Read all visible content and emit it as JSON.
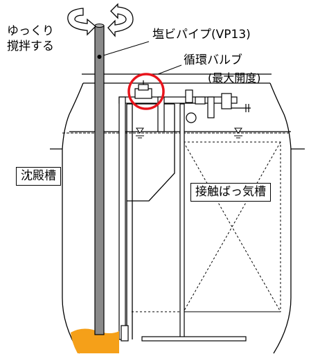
{
  "labels": {
    "stir_line1": "ゆっくり",
    "stir_line2": "撹拌する",
    "pipe": "塩ビパイプ(VP13)",
    "valve": "循環バルブ",
    "valve_note": "(最大開度)",
    "sedimentation_tank": "沈殿槽",
    "aeration_tank": "接触ばっ気槽"
  },
  "colors": {
    "pipe_fill": "#8a8a8a",
    "sludge": "#f5a019",
    "highlight_circle": "#e8141c",
    "line": "#000000"
  },
  "icons": [
    "rotate-arrow-left-icon",
    "rotate-arrow-right-icon",
    "water-level-icon",
    "valve-icon"
  ]
}
